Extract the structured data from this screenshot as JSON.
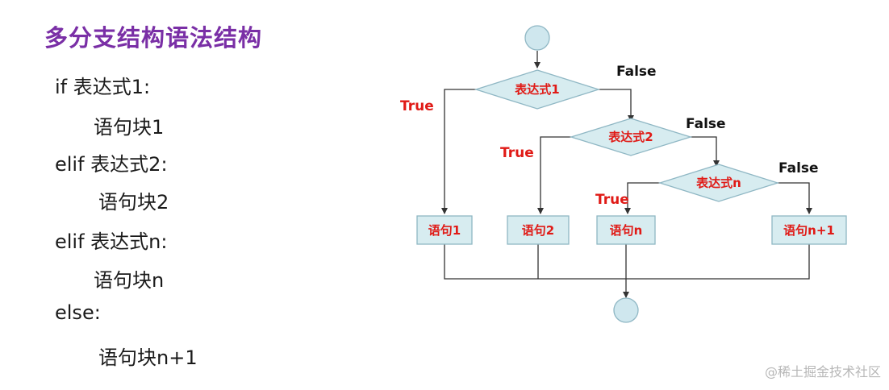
{
  "title": "多分支结构语法结构",
  "code_lines": [
    "if 表达式1:",
    "语句块1",
    "elif 表达式2:",
    "语句块2",
    "elif 表达式n:",
    "语句块n",
    "else:",
    "语句块n+1"
  ],
  "flowchart": {
    "conditions": [
      "表达式1",
      "表达式2",
      "表达式n"
    ],
    "statements": [
      "语句1",
      "语句2",
      "语句n",
      "语句n+1"
    ],
    "true_label": "True",
    "false_label": "False"
  },
  "watermark": "@稀土掘金技术社区",
  "colors": {
    "title": "#7a2fa6",
    "node_fill": "#d7ecf0",
    "node_stroke": "#8fb7c4",
    "node_text": "#e01a16",
    "true_text": "#e01a16",
    "false_text": "#111111",
    "line": "#333333"
  }
}
